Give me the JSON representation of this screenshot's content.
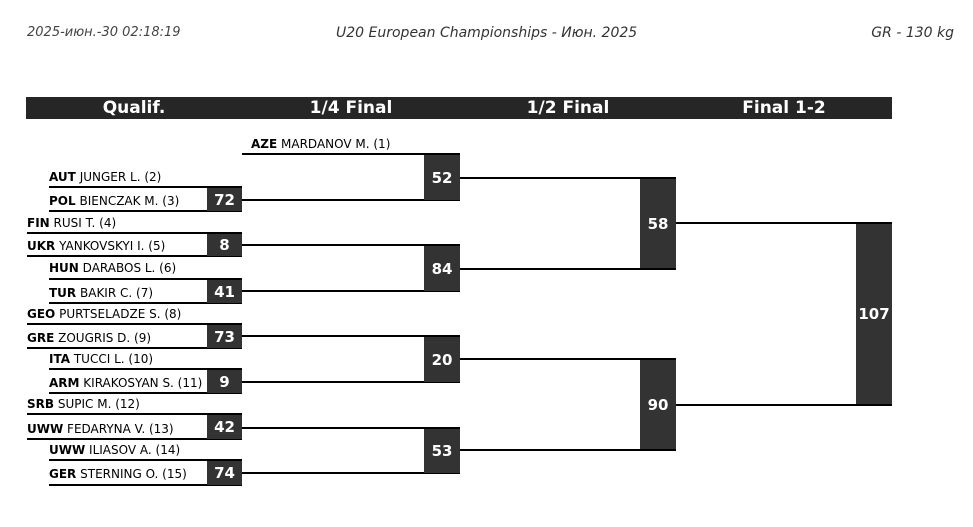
{
  "header": {
    "timestamp": "2025-июн.-30 02:18:19",
    "event": "U20 European Championships - Июн. 2025",
    "category": "GR - 130 kg"
  },
  "rounds": [
    "Qualif.",
    "1/4 Final",
    "1/2 Final",
    "Final 1-2"
  ],
  "athletes": [
    {
      "country": "AZE",
      "name": "MARDANOV M. (1)"
    },
    {
      "country": "AUT",
      "name": "JUNGER L. (2)"
    },
    {
      "country": "POL",
      "name": "BIENCZAK M. (3)"
    },
    {
      "country": "FIN",
      "name": "RUSI T. (4)"
    },
    {
      "country": "UKR",
      "name": "YANKOVSKYI I. (5)"
    },
    {
      "country": "HUN",
      "name": "DARABOS L. (6)"
    },
    {
      "country": "TUR",
      "name": "BAKIR C. (7)"
    },
    {
      "country": "GEO",
      "name": "PURTSELADZE S. (8)"
    },
    {
      "country": "GRE",
      "name": "ZOUGRIS D. (9)"
    },
    {
      "country": "ITA",
      "name": "TUCCI L. (10)"
    },
    {
      "country": "ARM",
      "name": "KIRAKOSYAN S. (11)"
    },
    {
      "country": "SRB",
      "name": "SUPIC M. (12)"
    },
    {
      "country": "UWW",
      "name": "FEDARYNA V. (13)"
    },
    {
      "country": "UWW",
      "name": "ILIASOV A. (14)"
    },
    {
      "country": "GER",
      "name": "STERNING O. (15)"
    }
  ],
  "bouts": {
    "qualif": [
      "72",
      "8",
      "41",
      "73",
      "9",
      "42",
      "74"
    ],
    "quarter": [
      "52",
      "84",
      "20",
      "53"
    ],
    "semi": [
      "58",
      "90"
    ],
    "final": "107"
  }
}
